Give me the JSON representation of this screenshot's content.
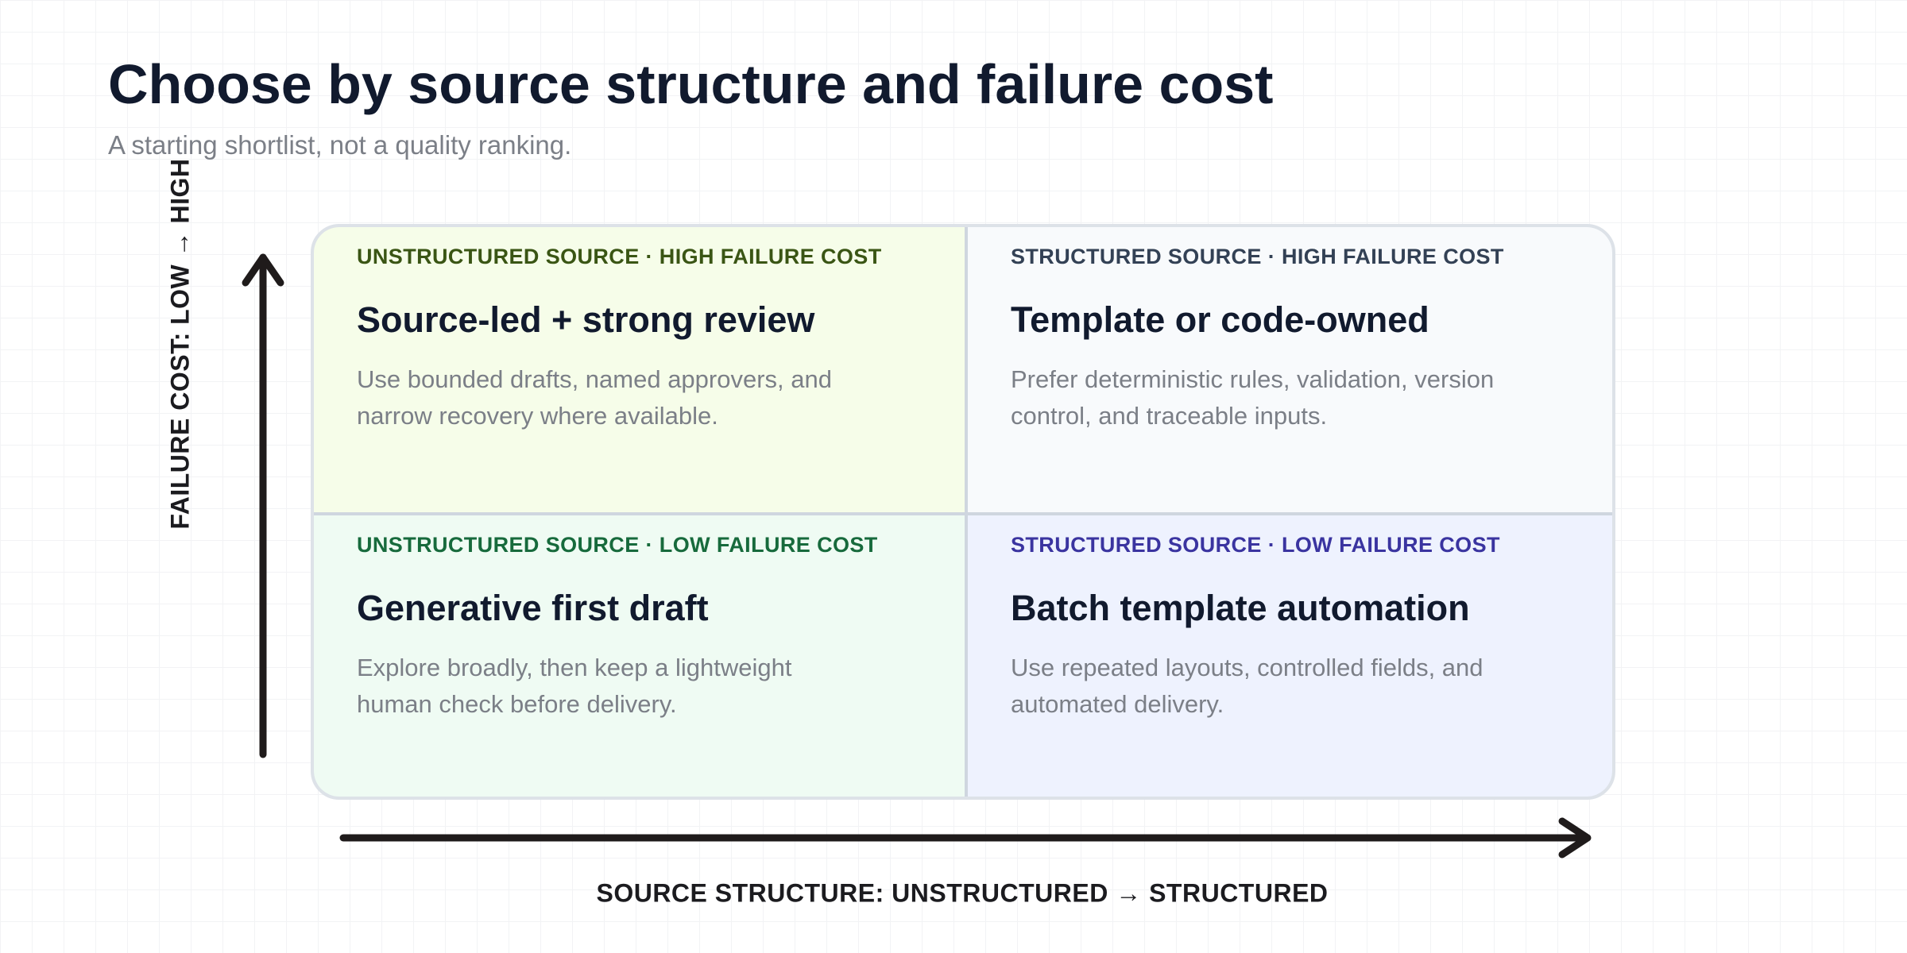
{
  "header": {
    "title": "Choose by source structure and failure cost",
    "subtitle": "A starting shortlist, not a quality ranking."
  },
  "axes": {
    "y_label": "FAILURE COST: LOW → HIGH",
    "x_label": "SOURCE STRUCTURE: UNSTRUCTURED → STRUCTURED"
  },
  "quadrants": {
    "top_left": {
      "label": "UNSTRUCTURED SOURCE · HIGH FAILURE COST",
      "heading": "Source-led + strong review",
      "description": "Use bounded drafts, named approvers, and narrow recovery where available."
    },
    "top_right": {
      "label": "STRUCTURED SOURCE · HIGH FAILURE COST",
      "heading": "Template or code-owned",
      "description": "Prefer deterministic rules, validation, version control, and traceable inputs."
    },
    "bottom_left": {
      "label": "UNSTRUCTURED SOURCE · LOW FAILURE COST",
      "heading": "Generative first draft",
      "description": "Explore broadly, then keep a lightweight human check before delivery."
    },
    "bottom_right": {
      "label": "STRUCTURED SOURCE · LOW FAILURE COST",
      "heading": "Batch template automation",
      "description": "Use repeated layouts, controlled fields, and automated delivery."
    }
  },
  "colors": {
    "top_left_fill": "#f6fde9",
    "top_right_fill": "#f8fafc",
    "bottom_left_fill": "#effbf3",
    "bottom_right_fill": "#eef2fe",
    "axis": "#1f1b1b"
  }
}
